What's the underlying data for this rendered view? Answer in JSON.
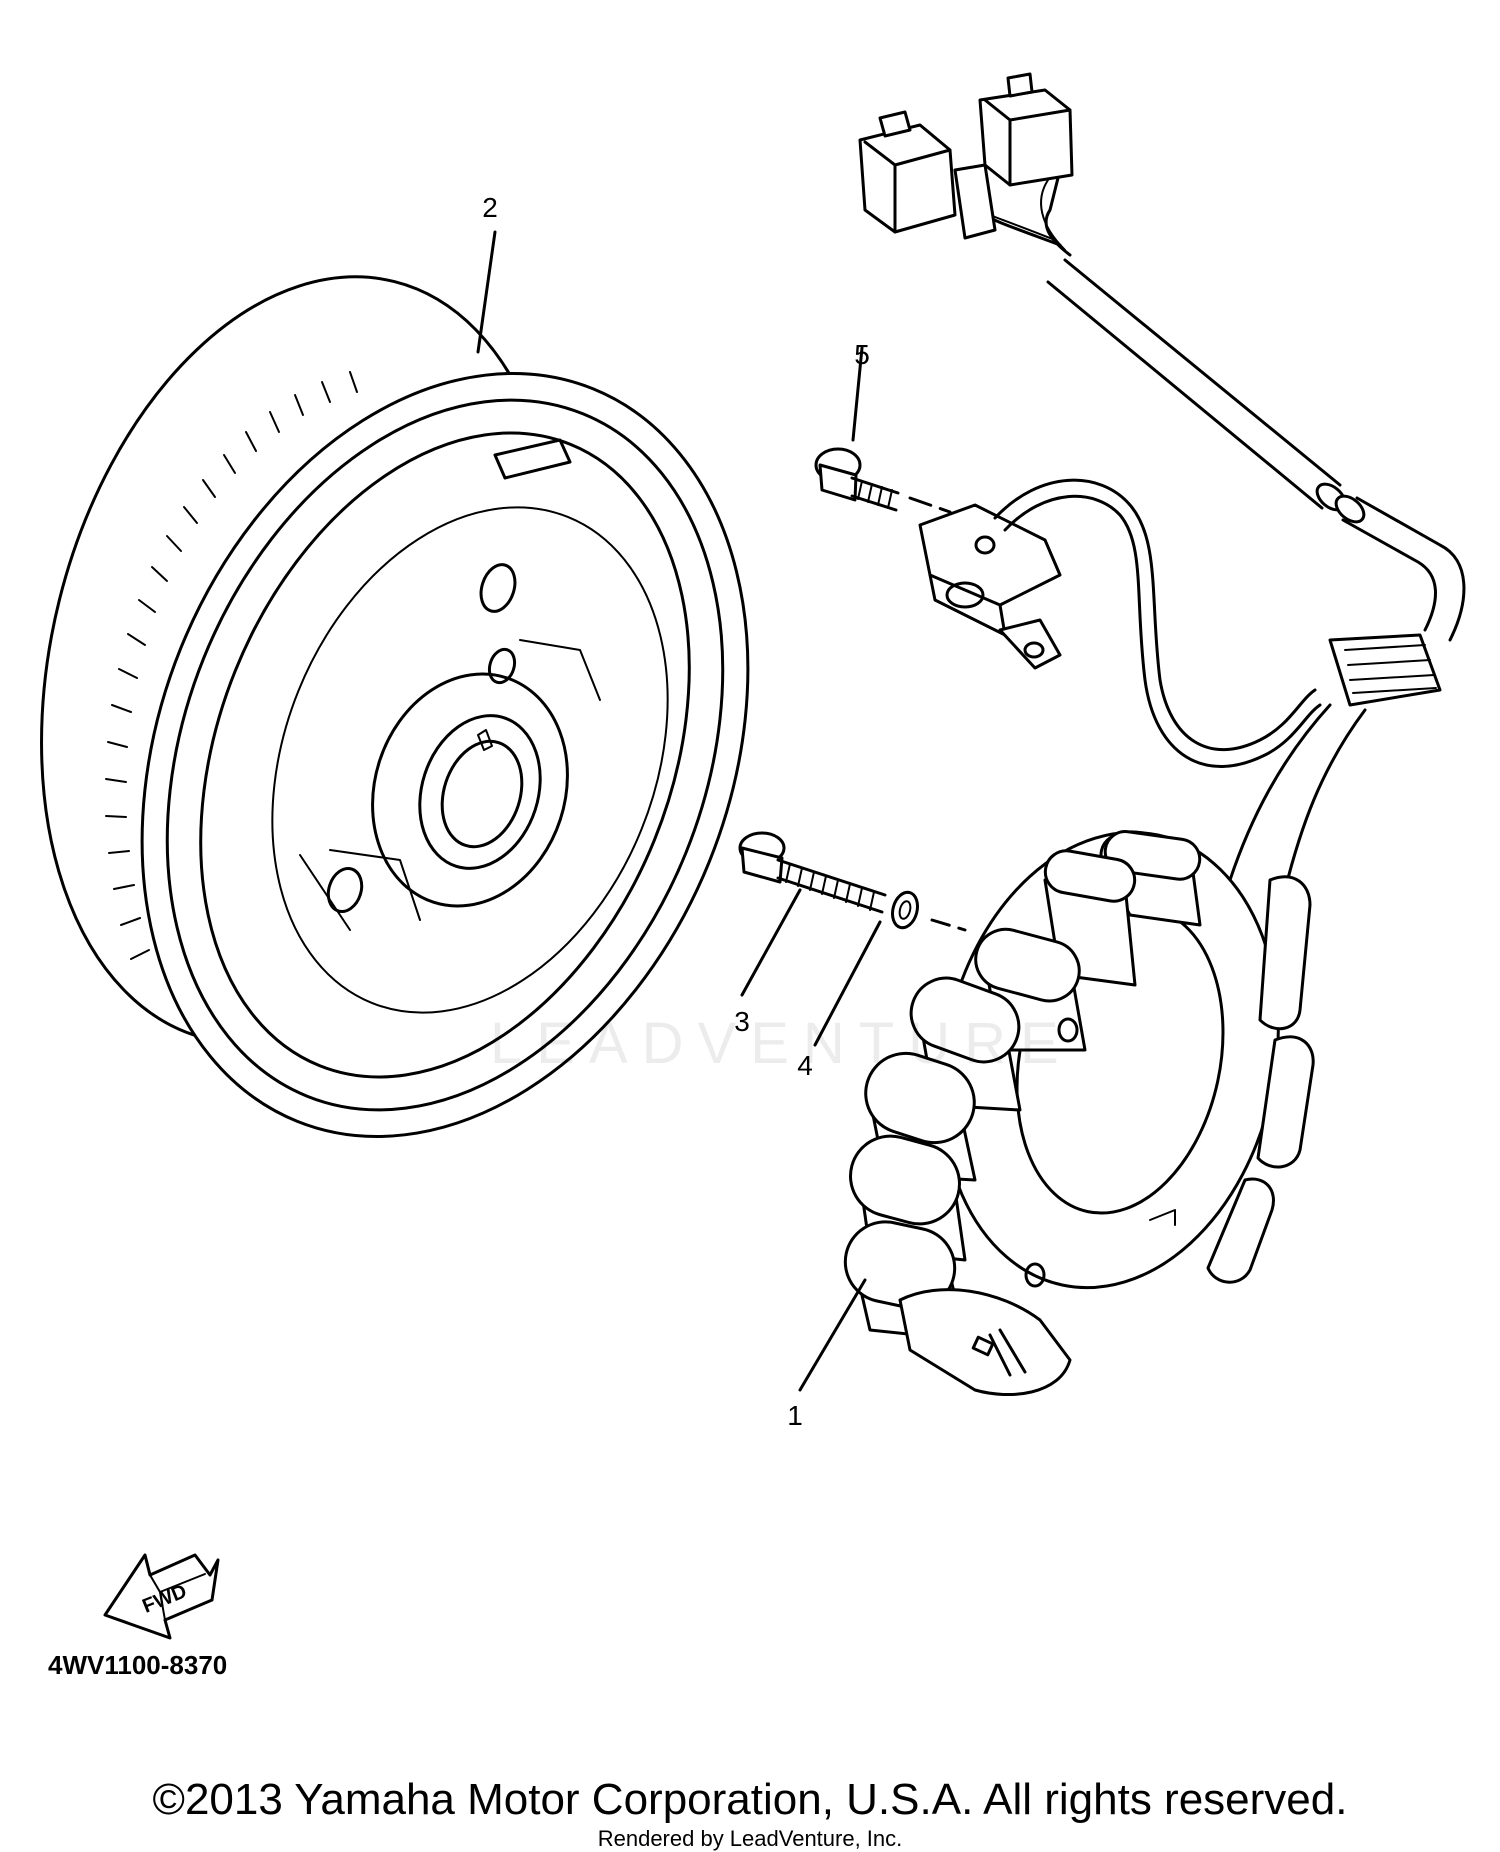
{
  "diagram": {
    "callouts": [
      {
        "id": "1",
        "label": "1"
      },
      {
        "id": "2",
        "label": "2"
      },
      {
        "id": "3",
        "label": "3"
      },
      {
        "id": "4",
        "label": "4"
      },
      {
        "id": "5",
        "label": "5"
      }
    ],
    "fwd_label": "FWD",
    "diagram_code": "4WV1100-8370",
    "watermark": "LEADVENTURE"
  },
  "footer": {
    "copyright": "©2013 Yamaha Motor Corporation, U.S.A. All rights reserved.",
    "rendered_by": "Rendered by LeadVenture, Inc."
  }
}
